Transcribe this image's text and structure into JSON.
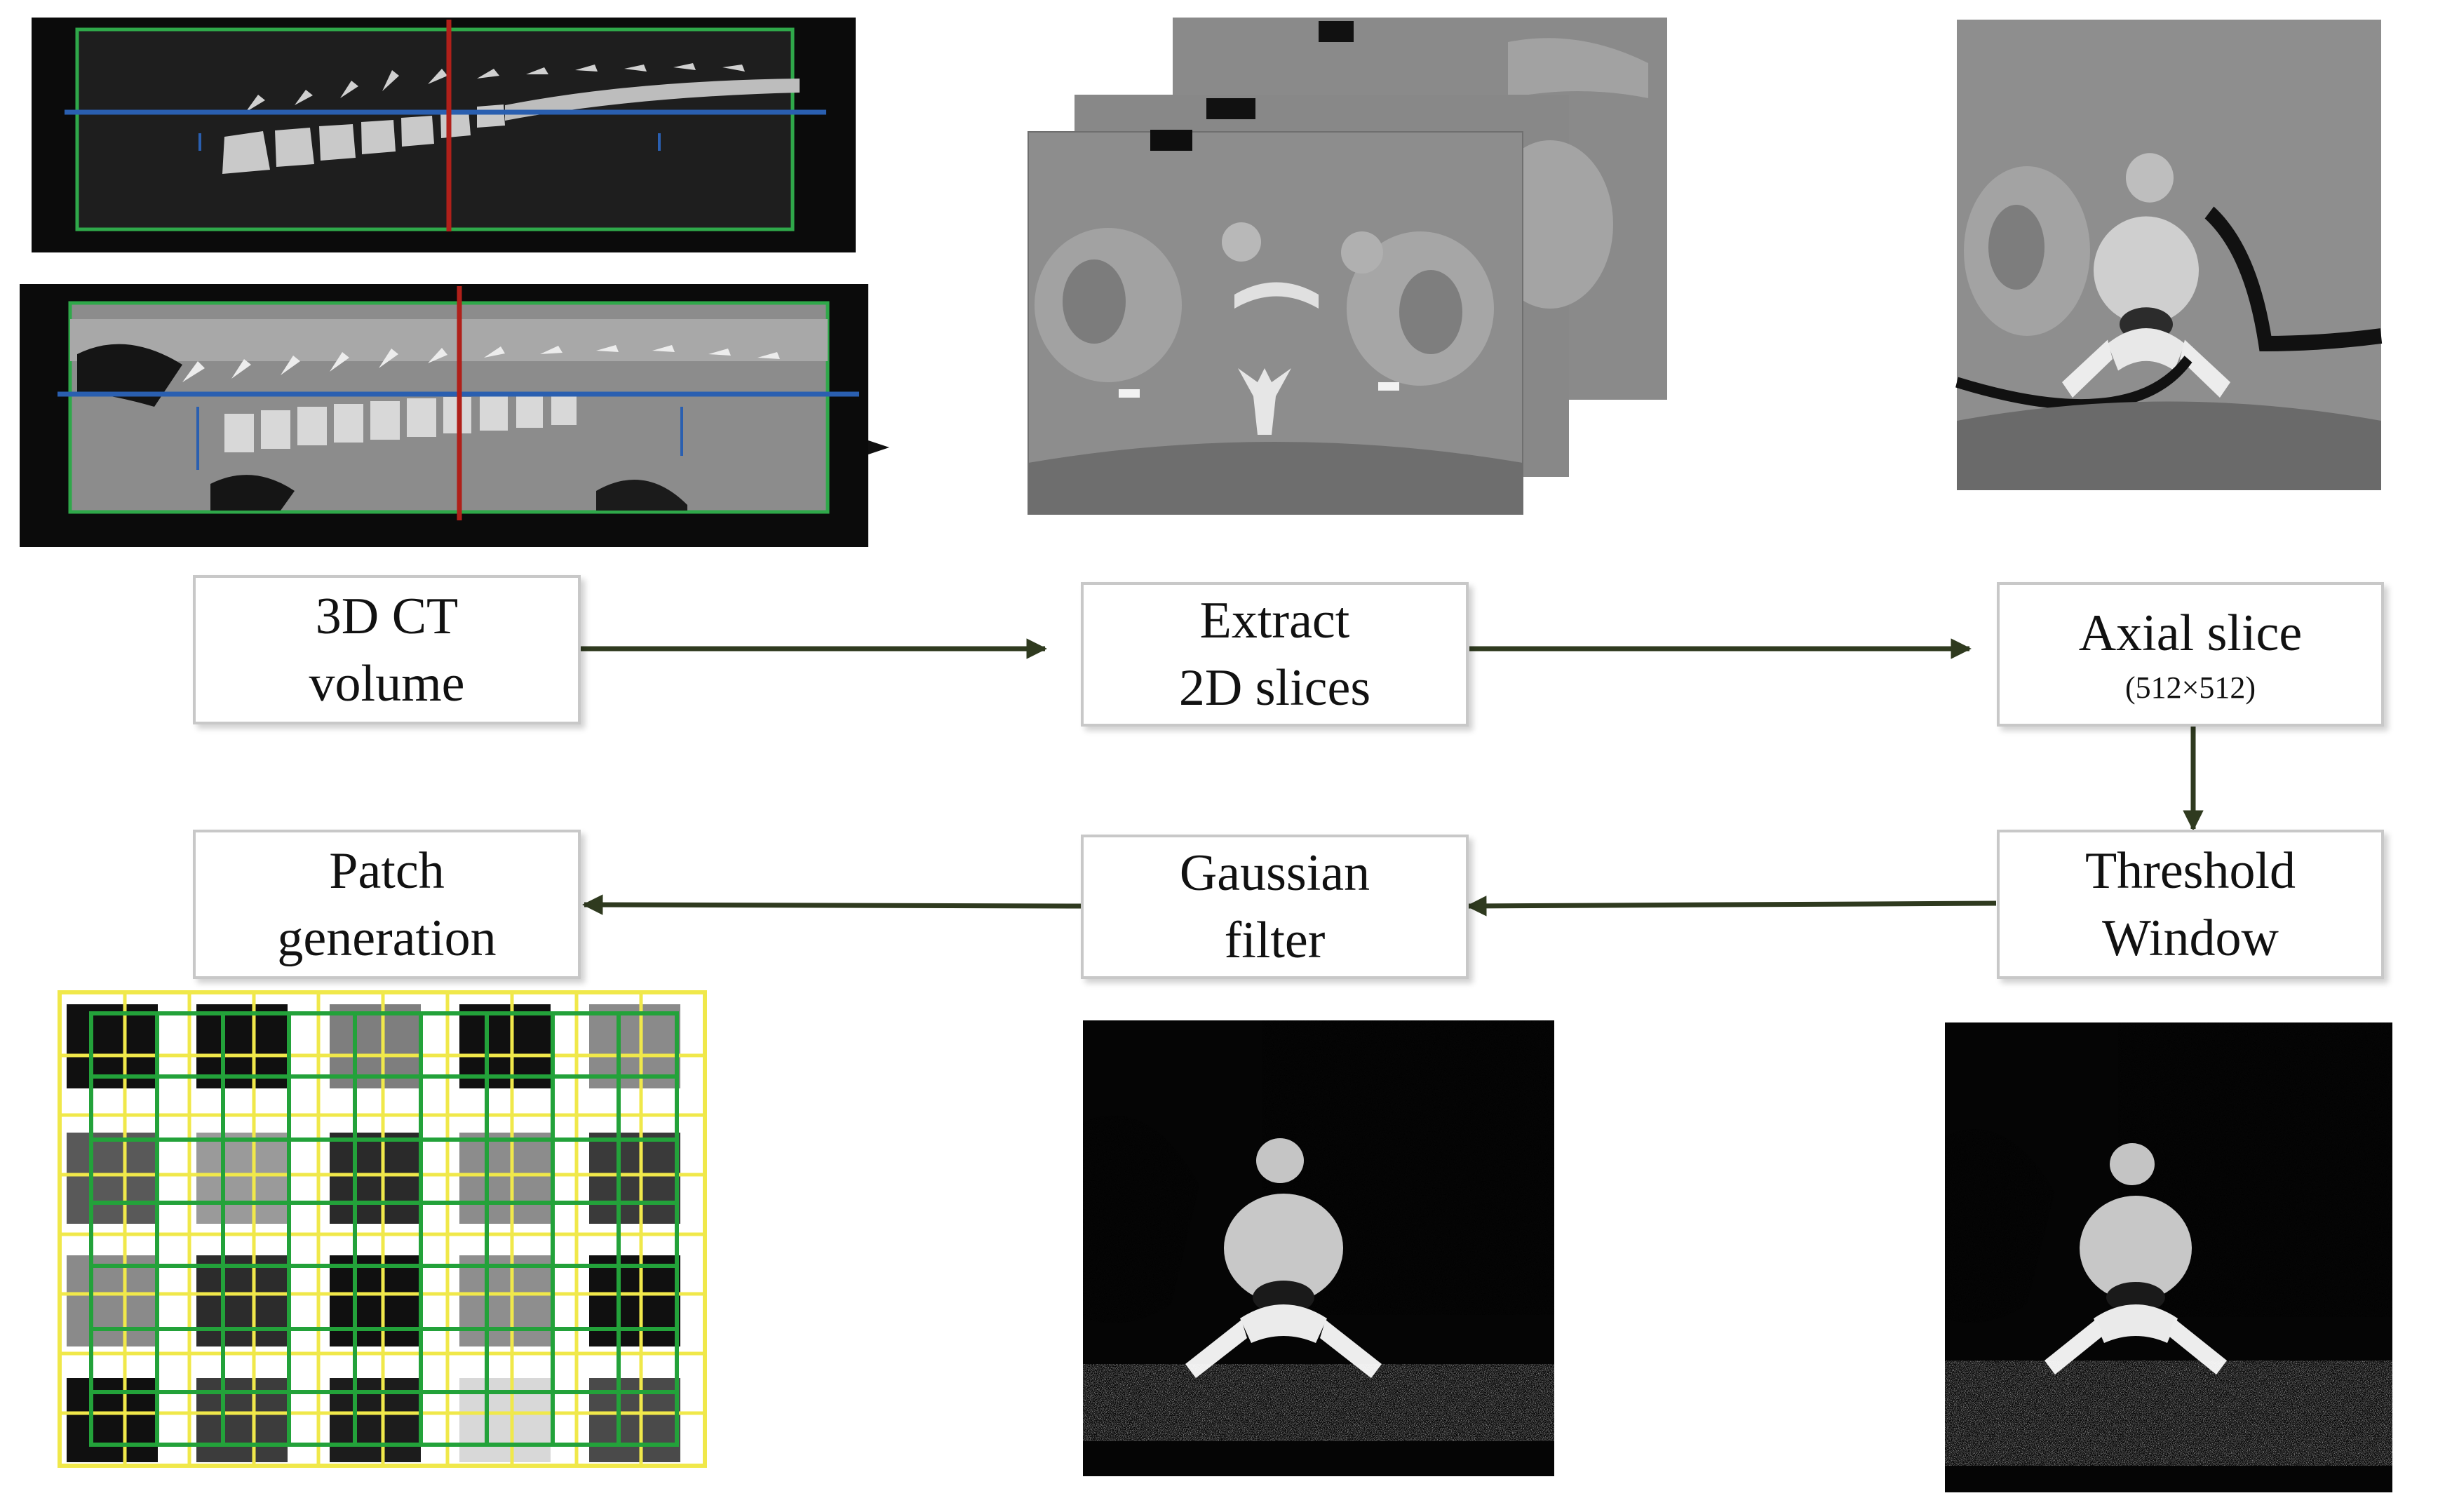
{
  "diagram": {
    "nodes": [
      {
        "id": "ct_volume",
        "lines": [
          "3D CT",
          "volume"
        ],
        "sub": ""
      },
      {
        "id": "extract",
        "lines": [
          "Extract",
          "2D slices"
        ],
        "sub": ""
      },
      {
        "id": "axial",
        "lines": [
          "Axial slice"
        ],
        "sub": "(512×512)"
      },
      {
        "id": "threshold",
        "lines": [
          "Threshold",
          "Window"
        ],
        "sub": ""
      },
      {
        "id": "gaussian",
        "lines": [
          "Gaussian",
          "filter"
        ],
        "sub": ""
      },
      {
        "id": "patch",
        "lines": [
          "Patch",
          "generation"
        ],
        "sub": ""
      }
    ],
    "edges": [
      {
        "from": "ct_volume",
        "to": "extract"
      },
      {
        "from": "extract",
        "to": "axial"
      },
      {
        "from": "axial",
        "to": "threshold"
      },
      {
        "from": "threshold",
        "to": "gaussian"
      },
      {
        "from": "gaussian",
        "to": "patch"
      }
    ],
    "images": [
      {
        "name": "sagittal-view-top",
        "depicts": "3D CT volume"
      },
      {
        "name": "sagittal-view-bottom",
        "depicts": "3D CT volume"
      },
      {
        "name": "stacked-2d-slices",
        "depicts": "Extract 2D slices"
      },
      {
        "name": "axial-slice-image",
        "depicts": "Axial slice"
      },
      {
        "name": "threshold-window-image",
        "depicts": "Threshold Window"
      },
      {
        "name": "gaussian-filter-image",
        "depicts": "Gaussian filter"
      },
      {
        "name": "patch-grid-image",
        "depicts": "Patch generation"
      }
    ]
  },
  "colors": {
    "arrow": "#2f3a1f",
    "box_border": "#c8c8c8",
    "plane_green": "#2fa84a",
    "plane_red": "#b0201a",
    "plane_blue": "#2a5fb0",
    "patch_yellow": "#f0e84a",
    "patch_green": "#23a23a",
    "ct_background": "#000000",
    "ct_tissue": "#8e8e8e"
  }
}
